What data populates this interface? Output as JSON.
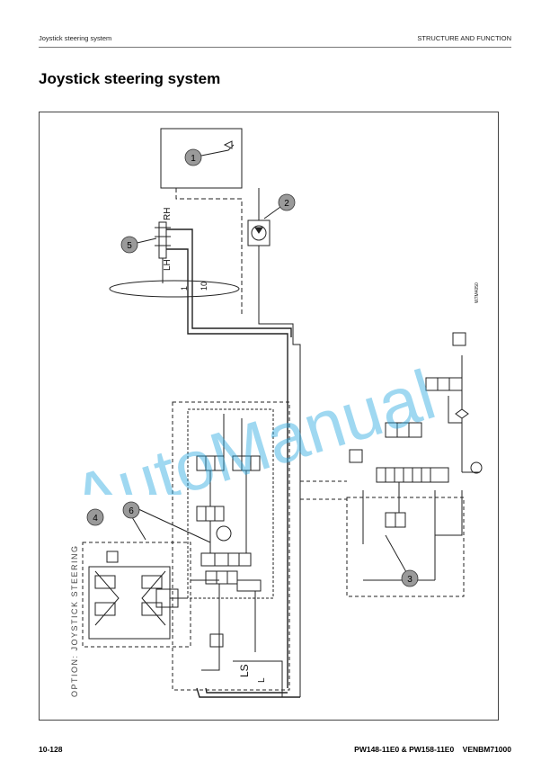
{
  "header": {
    "section_title": "Joystick steering system",
    "chapter": "STRUCTURE AND FUNCTION"
  },
  "page_title": "Joystick steering system",
  "diagram": {
    "callouts": [
      "1",
      "2",
      "3",
      "4",
      "5",
      "6"
    ],
    "labels": {
      "rh": "RH",
      "lh": "LH",
      "ls": "LS",
      "l": "L",
      "option_text": "OPTION: JOYSTICK STEERING",
      "steering_num_1": "1",
      "steering_num_10": "10",
      "drawing_code": "W7M4050"
    }
  },
  "watermark": "AutoManual",
  "footer": {
    "page_number": "10-128",
    "model": "PW148-11E0 & PW158-11E0",
    "doc_code": "VENBM71000"
  },
  "colors": {
    "watermark": "#2aa8e0",
    "line": "#222222",
    "callout_fill": "#9a9a9a"
  }
}
